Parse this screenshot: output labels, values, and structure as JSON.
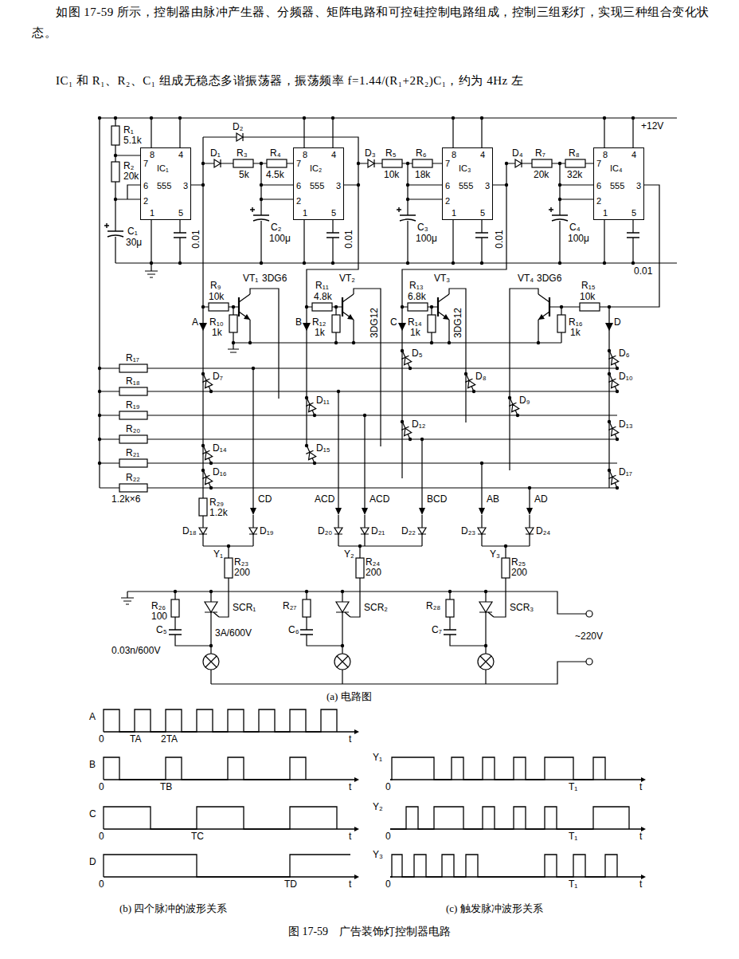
{
  "diagram": {
    "caption": "图 17-59　广告装饰灯控制器电路",
    "nodes": [
      {
        "text": [
          "8",
          "4",
          "7",
          "IC₁",
          "6",
          "555",
          "3",
          "2",
          "1",
          "5"
        ]
      },
      {
        "text": [
          "8",
          "4",
          "7",
          "IC₂",
          "6",
          "555",
          "3",
          "2",
          "1",
          "5"
        ]
      },
      {
        "text": [
          "8",
          "4",
          "7",
          "IC₃",
          "6",
          "555",
          "3",
          "2",
          "1",
          "5"
        ]
      },
      {
        "text": [
          "8",
          "4",
          "7",
          "IC₄",
          "6",
          "555",
          "3",
          "2",
          "1",
          "5"
        ]
      }
    ],
    "labels": [
      "如图 17-59 所示，控制器由脉冲产生器、分频器、矩阵电路和可控硅控制电路组成，控制三组彩灯，实现三种组合变化状态。",
      "IC₁ 和 R₁、R₂、C₁ 组成无稳态多谐振荡器，振荡频率 f=1.44/(R₁+2R₂)C₁，约为 4Hz 左",
      "R₁",
      "5.1k",
      "R₂",
      "20k",
      "C₁",
      "30μ",
      "0.01",
      "+12V",
      "D₂",
      "D₁",
      "R₃",
      "5k",
      "R₄",
      "4.5k",
      "C₂",
      "100μ",
      "0.01",
      "D₃",
      "R₅",
      "10k",
      "R₆",
      "18k",
      "C₃",
      "100μ",
      "0.01",
      "D₄",
      "R₇",
      "20k",
      "R₈",
      "32k",
      "C₄",
      "100μ",
      "0.01",
      "R₉",
      "10k",
      "VT₁",
      "3DG6",
      "A",
      "R₁₀",
      "1k",
      "R₁₁",
      "4.8k",
      "VT₂",
      "B",
      "R₁₂",
      "1k",
      "3DG12",
      "R₁₃",
      "6.8k",
      "VT₃",
      "C",
      "R₁₄",
      "1k",
      "3DG12",
      "VT₄",
      "3DG6",
      "R₁₅",
      "10k",
      "R₁₆",
      "1k",
      "D",
      "R₁₇",
      "D₅",
      "D₆",
      "R₁₈",
      "D₇",
      "D₈",
      "D₉",
      "D₁₀",
      "R₁₉",
      "D₁₁",
      "R₂₀",
      "D₁₂",
      "D₁₃",
      "R₂₁",
      "D₁₄",
      "D₁₅",
      "R₂₂",
      "D₁₆",
      "D₁₇",
      "1.2k×6",
      "R₂₉",
      "1.2k",
      "CD",
      "ACD",
      "ACD",
      "BCD",
      "AB",
      "AD",
      "D₁₈",
      "D₁₉",
      "D₂₀",
      "D₂₁",
      "D₂₂",
      "D₂₃",
      "D₂₄",
      "Y₁",
      "R₂₃",
      "200",
      "Y₂",
      "R₂₄",
      "200",
      "Y₃",
      "R₂₅",
      "200",
      "R₂₆",
      "100",
      "SCR₁",
      "R₂₇",
      "SCR₂",
      "R₂₈",
      "SCR₃",
      "C₅",
      "3A/600V",
      "C₆",
      "C₇",
      "~220V",
      "0.03n/600V",
      "(a) 电路图",
      "A",
      "0",
      "TA",
      "2TA",
      "t",
      "B",
      "0",
      "TB",
      "t",
      "C",
      "0",
      "TC",
      "t",
      "D",
      "0",
      "TD",
      "t",
      "Y₁",
      "0",
      "T₁",
      "t",
      "Y₂",
      "0",
      "T₁",
      "t",
      "Y₃",
      "0",
      "T₁",
      "t",
      "(b) 四个脉冲的波形关系",
      "(c) 触发脉冲波形关系"
    ]
  }
}
